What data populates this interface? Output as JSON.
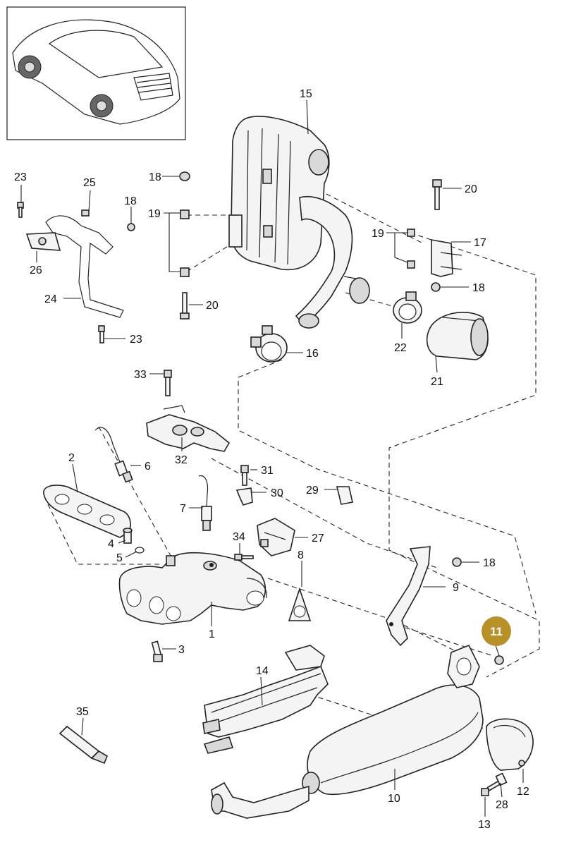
{
  "diagram": {
    "highlighted_part": "11",
    "highlight_color": "#b8902a",
    "callouts": {
      "p1": "1",
      "p2": "2",
      "p3": "3",
      "p4": "4",
      "p5": "5",
      "p6": "6",
      "p7": "7",
      "p8": "8",
      "p9": "9",
      "p10": "10",
      "p11": "11",
      "p12": "12",
      "p13": "13",
      "p14": "14",
      "p15": "15",
      "p16": "16",
      "p17": "17",
      "p18": "18",
      "p19": "19",
      "p20": "20",
      "p21": "21",
      "p22": "22",
      "p23": "23",
      "p24": "24",
      "p25": "25",
      "p26": "26",
      "p27": "27",
      "p28": "28",
      "p29": "29",
      "p30": "30",
      "p31": "31",
      "p32": "32",
      "p33": "33",
      "p34": "34",
      "p35": "35"
    }
  }
}
